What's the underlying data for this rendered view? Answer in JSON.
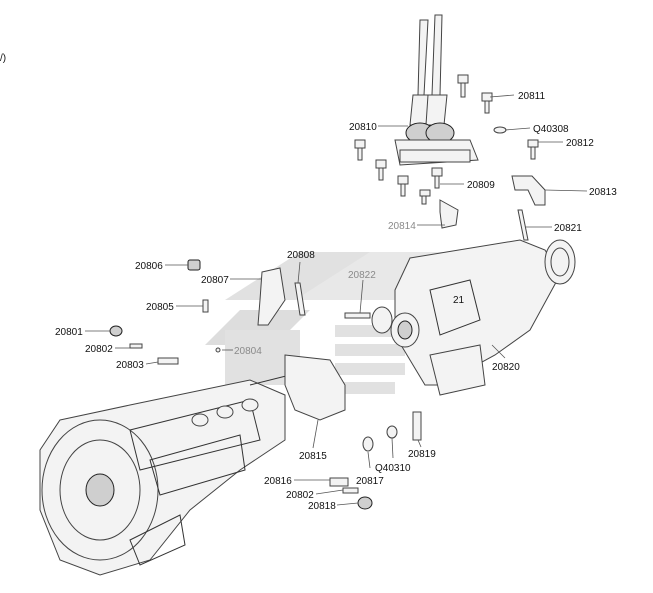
{
  "corner_mark": "/)",
  "labels": {
    "p20811": "20811",
    "p20810": "20810",
    "pQ40308": "Q40308",
    "p20812": "20812",
    "p20809": "20809",
    "p20813": "20813",
    "p20814": "20814",
    "p20821": "20821",
    "p20806": "20806",
    "p20808": "20808",
    "p20807": "20807",
    "p20822": "20822",
    "p20805": "20805",
    "p20801": "20801",
    "p20802a": "20802",
    "p20804": "20804",
    "p20803": "20803",
    "p20820": "20820",
    "p20815": "20815",
    "pQ40310": "Q40310",
    "p20819": "20819",
    "p20817": "20817",
    "p20816": "20816",
    "p20802b": "20802",
    "p20818": "20818",
    "p20821inner": "21"
  },
  "colors": {
    "watermark": "#c9c9c9",
    "line": "#333333",
    "label": "#111111",
    "label_grey": "#8a8a8a"
  }
}
